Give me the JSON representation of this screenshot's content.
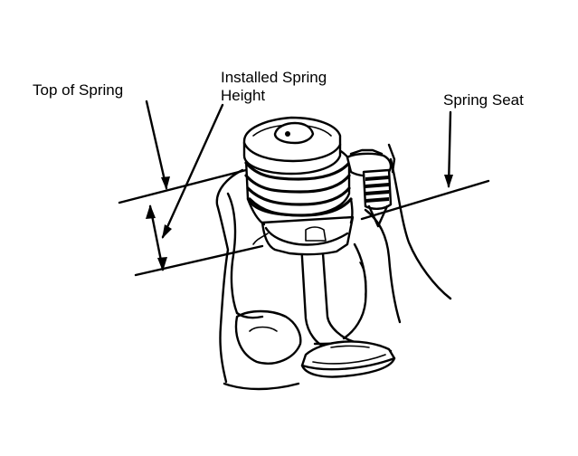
{
  "labels": {
    "top_of_spring": "Top of Spring",
    "installed_height_line1": "Installed Spring",
    "installed_height_line2": "Height",
    "spring_seat": "Spring Seat"
  },
  "colors": {
    "ink": "#000000",
    "paper": "#ffffff"
  }
}
